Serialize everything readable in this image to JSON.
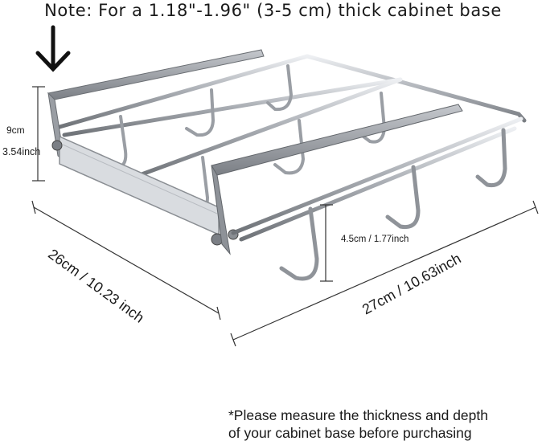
{
  "image": {
    "note": "Note: For a 1.18\"-1.96\" (3-5 cm) thick cabinet base",
    "height_cm": "9cm",
    "height_inch": "3.54inch",
    "hook_length": "4.5cm / 1.77inch",
    "depth": "26cm / 10.23 inch",
    "width": "27cm / 10.63inch",
    "footer_line1": "*Please measure the thickness and depth",
    "footer_line2": "of your cabinet base before purchasing",
    "colors": {
      "steel": "#8d9096",
      "steel_light": "#d4d7dc",
      "steel_dark": "#55585d",
      "text": "#1a1a1a",
      "dimension_line": "#333333"
    }
  }
}
